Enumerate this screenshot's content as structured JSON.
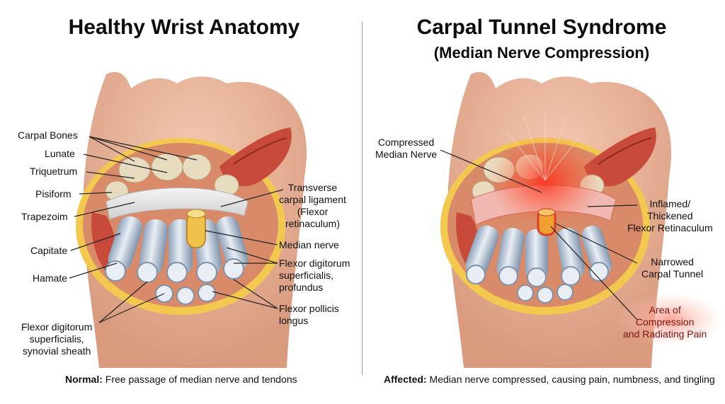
{
  "left_panel": {
    "title": "Healthy Wrist Anatomy",
    "labels": {
      "carpal_bones": "Carpal Bones",
      "lunate": "Lunate",
      "triquetrum": "Triquetrum",
      "pisiform": "Pisiform",
      "trapezoim": "Trapezoim",
      "capitate": "Capitate",
      "hamate": "Hamate",
      "fds_sheath": "Flexor digitorum\nsuperficialis,\nsynovial sheath",
      "transverse_ligament": "Transverse\ncarpal ligament\n(Flexor\nretinaculum)",
      "median_nerve": "Median nerve",
      "fds_fdp": "Flexor digitorum\nsuperficialis,\nprofundus",
      "fpl": "Flexor pollicis\nlongus"
    },
    "caption_bold": "Normal:",
    "caption_text": " Free passage of median nerve and tendons"
  },
  "right_panel": {
    "title": "Carpal Tunnel Syndrome",
    "subtitle": "(Median Nerve Compression)",
    "labels": {
      "compressed_nerve": "Compressed\nMedian Nerve",
      "inflamed": "Inflamed/\nThickened\nFlexor Retinaculum",
      "narrowed": "Narrowed\nCarpal Tunnel",
      "area": "Area of\nCompression\nand Radiating Pain"
    },
    "caption_bold": "Affected:",
    "caption_text": " Median nerve compressed, causing pain, numbness, and tingling"
  },
  "colors": {
    "skin": "#e9b59b",
    "bone": "#e8dcc0",
    "tendon": "#b7c6d8",
    "nerve": "#f0c24a",
    "ligament": "#e6e6e6",
    "muscle": "#c74a3a",
    "inflammation": "#ff2a1a",
    "pain_text": "#b31c14"
  }
}
